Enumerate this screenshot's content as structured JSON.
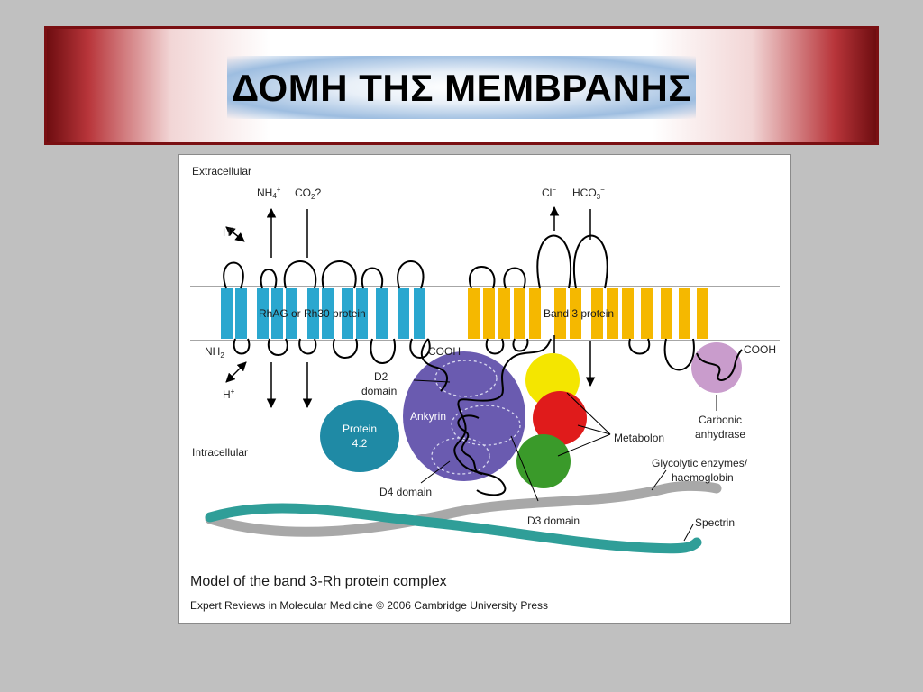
{
  "slide": {
    "title": "ΔΟΜΗ ΤΗΣ ΜΕΜΒΡΑΝΗΣ"
  },
  "diagram": {
    "labels": {
      "extracellular": "Extracellular",
      "intracellular": "Intracellular",
      "nh4": "NH",
      "nh4_sub": "4",
      "nh4_sup": "+",
      "co2": "CO",
      "co2_sub": "2",
      "co2_q": "?",
      "h_top": "H",
      "h_top_sup": "+",
      "h_bottom": "H",
      "h_bottom_sup": "+",
      "nh2": "NH",
      "nh2_sub": "2",
      "cl": "Cl",
      "cl_sup": "−",
      "hco3": "HCO",
      "hco3_sub": "3",
      "hco3_sup": "−",
      "rh_protein": "RhAG or Rh30 protein",
      "band3_protein": "Band 3 protein",
      "cooh_left": "COOH",
      "cooh_right": "COOH",
      "d2_domain_line1": "D2",
      "d2_domain_line2": "domain",
      "ankyrin": "Ankyrin",
      "protein42_line1": "Protein",
      "protein42_line2": "4.2",
      "d4_domain": "D4 domain",
      "d3_domain": "D3 domain",
      "metabolon": "Metabolon",
      "carbonic_line1": "Carbonic",
      "carbonic_line2": "anhydrase",
      "glycolytic_line1": "Glycolytic enzymes/",
      "glycolytic_line2": "haemoglobin",
      "spectrin": "Spectrin",
      "caption": "Model of the band 3-Rh protein complex",
      "credit": "Expert Reviews in Molecular Medicine © 2006 Cambridge University Press"
    },
    "colors": {
      "rh_helix": "#2aa7cf",
      "band3_helix": "#f5b800",
      "ankyrin": "#6a5bb0",
      "protein42": "#1f8aa5",
      "metabolon_yellow": "#f4e600",
      "metabolon_red": "#e01b1b",
      "metabolon_green": "#3a9a2a",
      "carbonic_anhydrase": "#c99ccc",
      "spectrin_teal": "#2f9e98",
      "glycolytic_gray": "#a8a8a8",
      "membrane_line": "#888888"
    }
  }
}
